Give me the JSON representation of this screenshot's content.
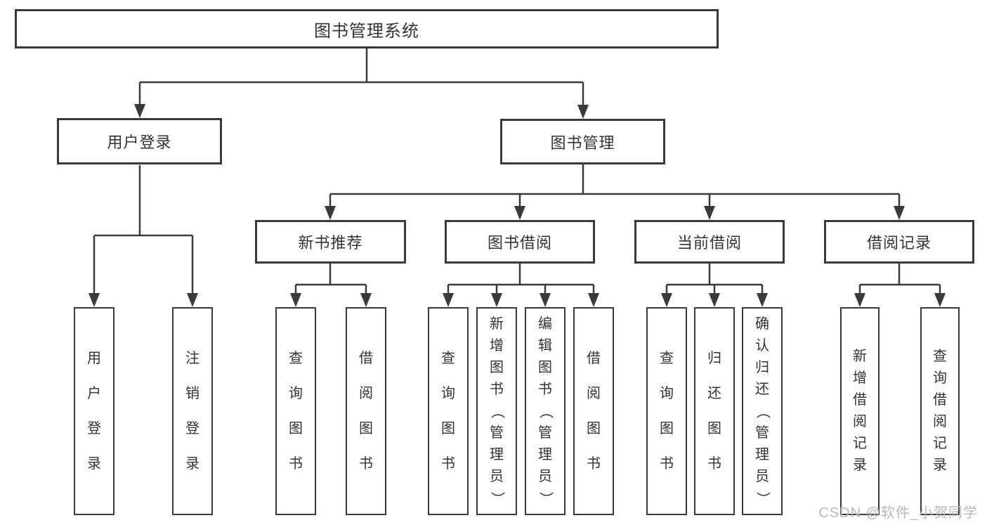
{
  "diagram": {
    "type": "tree",
    "root": {
      "label": "图书管理系统"
    },
    "level2": [
      {
        "label": "用户登录",
        "parent": "图书管理系统"
      },
      {
        "label": "图书管理",
        "parent": "图书管理系统"
      }
    ],
    "level3": [
      {
        "label": "新书推荐",
        "parent": "图书管理"
      },
      {
        "label": "图书借阅",
        "parent": "图书管理"
      },
      {
        "label": "当前借阅",
        "parent": "图书管理"
      },
      {
        "label": "借阅记录",
        "parent": "图书管理"
      }
    ],
    "leaves": [
      {
        "label": "用户登录",
        "parent": "用户登录"
      },
      {
        "label": "注销登录",
        "parent": "用户登录"
      },
      {
        "label": "查询图书",
        "parent": "新书推荐"
      },
      {
        "label": "借阅图书",
        "parent": "新书推荐"
      },
      {
        "label": "查询图书",
        "parent": "图书借阅"
      },
      {
        "label": "新增图书（管理员）",
        "parent": "图书借阅"
      },
      {
        "label": "编辑图书（管理员）",
        "parent": "图书借阅"
      },
      {
        "label": "借阅图书",
        "parent": "图书借阅"
      },
      {
        "label": "查询图书",
        "parent": "当前借阅"
      },
      {
        "label": "归还图书",
        "parent": "当前借阅"
      },
      {
        "label": "确认归还（管理员）",
        "parent": "当前借阅"
      },
      {
        "label": "新增借阅记录",
        "parent": "借阅记录"
      },
      {
        "label": "查询借阅记录",
        "parent": "借阅记录"
      }
    ],
    "watermark": "CSDN @软件_小贺同学",
    "colors": {
      "line": "#3a3a3a",
      "text": "#333333",
      "background": "#ffffff",
      "watermark": "#b9b9b9"
    }
  }
}
